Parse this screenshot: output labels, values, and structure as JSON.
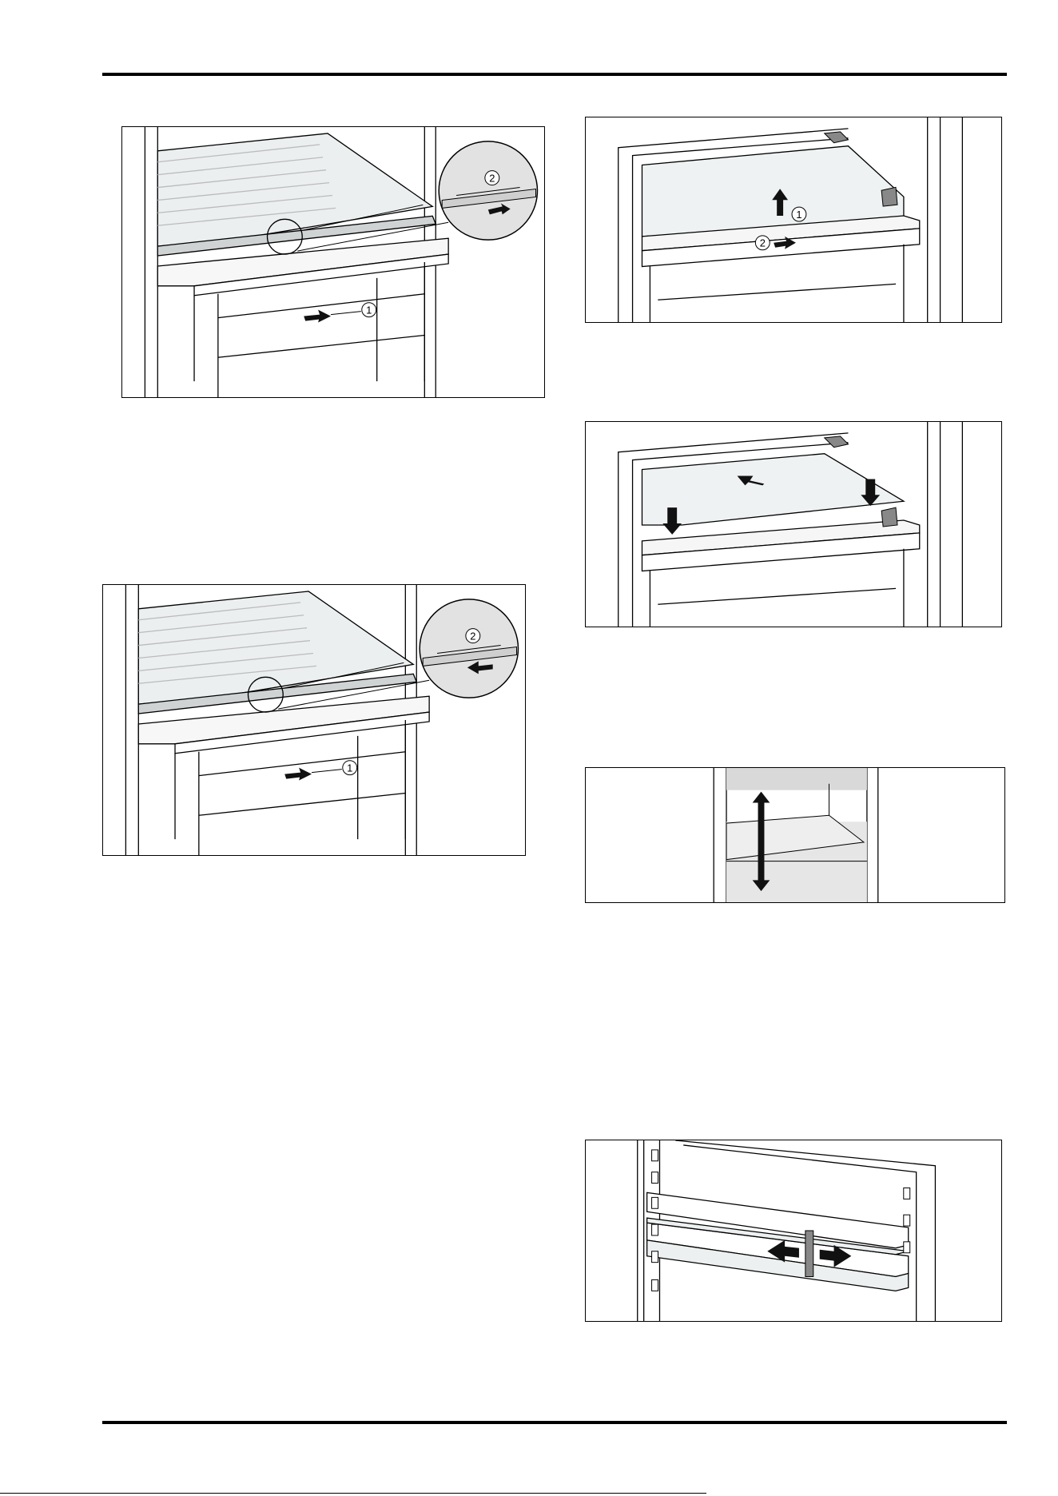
{
  "figures": [
    {
      "id": "fig-drawer-remove",
      "callouts": [
        "1",
        "2"
      ]
    },
    {
      "id": "fig-drawer-insert",
      "callouts": [
        "1",
        "2"
      ]
    },
    {
      "id": "fig-shelf-remove",
      "callouts": [
        "1",
        "2"
      ]
    },
    {
      "id": "fig-shelf-insert",
      "callouts": []
    },
    {
      "id": "fig-height-adjust",
      "callouts": []
    },
    {
      "id": "fig-door-rack-divider",
      "callouts": []
    }
  ],
  "colors": {
    "line": "#000000",
    "shelf_fill": "#e9ecec",
    "glass_fill": "#edf1f1",
    "panel_fill": "#d9d9d9",
    "arrow": "#111111"
  },
  "icons": [
    "callout-1-icon",
    "callout-2-icon",
    "arrow-icon",
    "double-arrow-icon"
  ]
}
